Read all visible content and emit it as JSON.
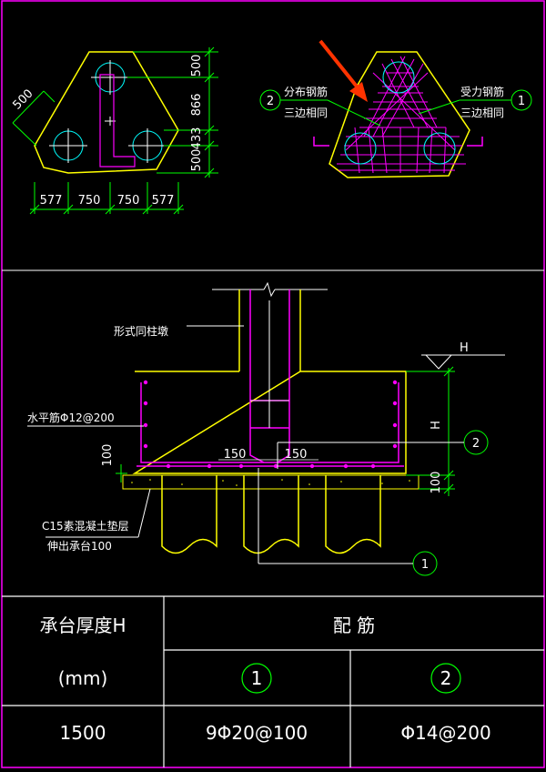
{
  "plan_view": {
    "dims_right": [
      "500",
      "866",
      "433",
      "500"
    ],
    "dims_bottom": [
      "577",
      "750",
      "750",
      "577"
    ],
    "dim_diag": "500"
  },
  "rebar_view": {
    "distribution_label_1": "分布钢筋",
    "distribution_label_2": "三边相同",
    "main_label_1": "受力钢筋",
    "main_label_2": "三边相同",
    "callout_2": "2",
    "callout_1": "1"
  },
  "section_view": {
    "column_note": "形式同柱墩",
    "horizontal_bar": "水平筋Φ12@200",
    "dim_100_left": "100",
    "cover_150_a": "150",
    "cover_150_b": "150",
    "level_mark": "H",
    "height_mark": "H",
    "dim_100_right": "100",
    "callout_2": "2",
    "callout_1": "1",
    "cushion_1": "C15素混凝土垫层",
    "cushion_2": "伸出承台100"
  },
  "table": {
    "header_thickness": "承台厚度H",
    "header_unit": "(mm)",
    "header_rebar": "配    筋",
    "col_1": "1",
    "col_2": "2",
    "row_thickness": "1500",
    "row_rebar_1": "9Φ20@100",
    "row_rebar_2": "Φ14@200"
  },
  "colors": {
    "outline": "#ffff00",
    "dim": "#00ff00",
    "rebar": "#ff00ff",
    "pile": "#00ffff",
    "frame": "#ff00ff",
    "arrow": "#ff3300"
  }
}
